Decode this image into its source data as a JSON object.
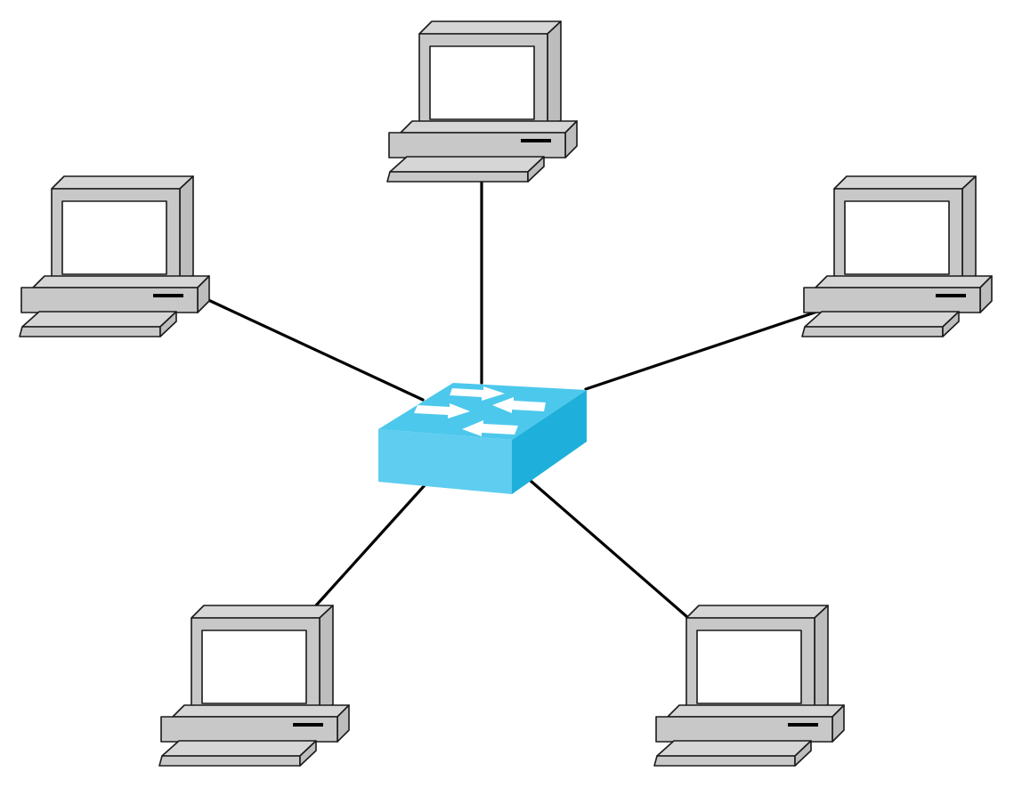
{
  "diagram": {
    "topology": "star",
    "hub": {
      "type": "switch",
      "icon": "network-switch-icon",
      "colors": {
        "top": "#4CC8EC",
        "front": "#5ECDEF",
        "side": "#1EB0DA",
        "arrows": "#FFFFFF"
      }
    },
    "nodes": [
      {
        "id": "pc-top",
        "icon": "desktop-computer-icon"
      },
      {
        "id": "pc-upper-left",
        "icon": "desktop-computer-icon"
      },
      {
        "id": "pc-upper-right",
        "icon": "desktop-computer-icon"
      },
      {
        "id": "pc-lower-left",
        "icon": "desktop-computer-icon"
      },
      {
        "id": "pc-lower-right",
        "icon": "desktop-computer-icon"
      }
    ],
    "links": [
      {
        "from": "pc-top",
        "to": "switch"
      },
      {
        "from": "pc-upper-left",
        "to": "switch"
      },
      {
        "from": "pc-upper-right",
        "to": "switch"
      },
      {
        "from": "pc-lower-left",
        "to": "switch"
      },
      {
        "from": "pc-lower-right",
        "to": "switch"
      }
    ],
    "colors": {
      "computer_body": "#D6D6D6",
      "computer_face": "#C8C8C8",
      "computer_side": "#BDBDBD",
      "screen": "#FFFFFF",
      "outline": "#1A1A1A",
      "link": "#000000"
    }
  }
}
